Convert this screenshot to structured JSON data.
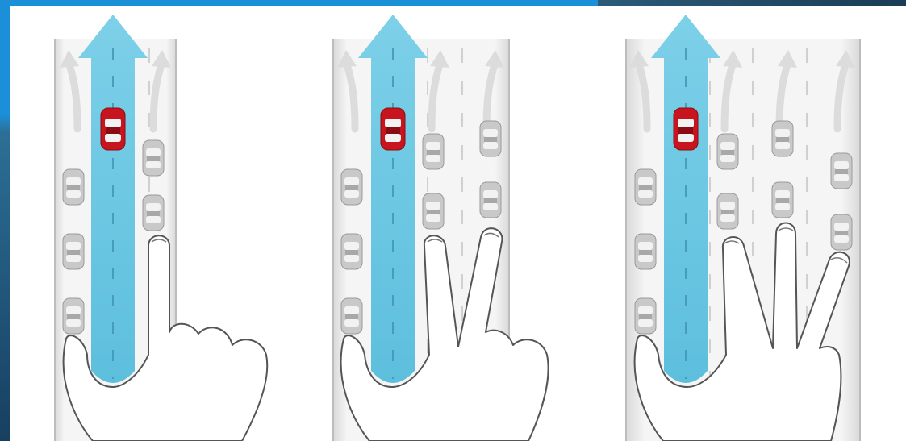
{
  "colors": {
    "accent": "#76cde6",
    "accent_dark": "#3aa8cc",
    "car_active": "#c8141e",
    "car_other": "#c9c9c9",
    "road": "#f2f2f2",
    "hand_outline": "#555555",
    "slide_primary": "#1b8fd8",
    "slide_dark": "#173f60"
  },
  "illustration": {
    "panels": [
      {
        "id": "one-finger",
        "fingers": 1
      },
      {
        "id": "two-finger",
        "fingers": 2
      },
      {
        "id": "three-finger",
        "fingers": 3
      }
    ],
    "icons": [
      "up-arrow-icon",
      "car-icon",
      "curved-arrow-icon",
      "hand-icon"
    ]
  }
}
